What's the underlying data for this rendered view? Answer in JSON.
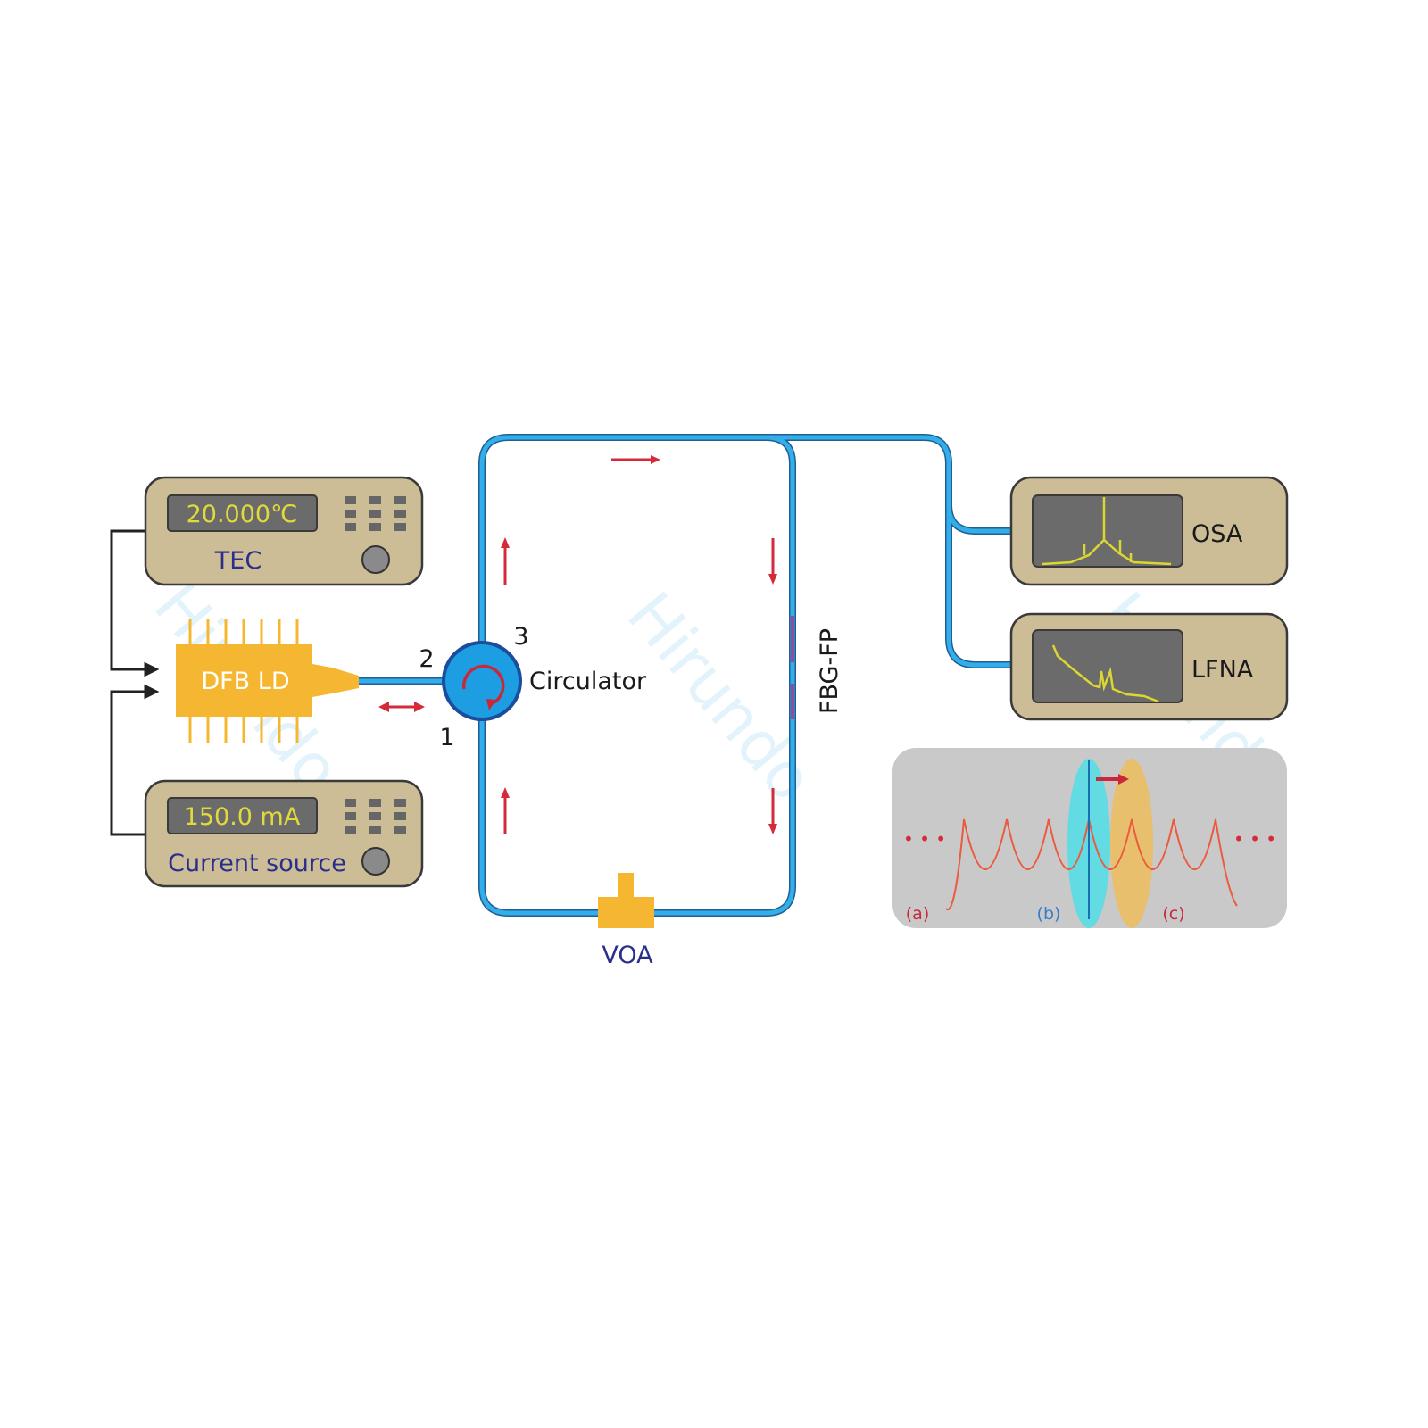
{
  "tec": {
    "display": "20.000℃",
    "label": "TEC"
  },
  "current_source": {
    "display": "150.0 mA",
    "label": "Current source"
  },
  "laser": {
    "label": "DFB LD"
  },
  "circulator": {
    "label": "Circulator",
    "ports": [
      "1",
      "2",
      "3"
    ]
  },
  "fbg": {
    "label": "FBG-FP"
  },
  "voa": {
    "label": "VOA"
  },
  "osa": {
    "label": "OSA"
  },
  "lfna": {
    "label": "LFNA"
  },
  "inset": {
    "labels": [
      "(a)",
      "(b)",
      "(c)"
    ],
    "ellipsis": "• • •"
  },
  "watermark": "Hirundo",
  "colors": {
    "fiber": "#33aee8",
    "instrument": "#cdbd97",
    "laser": "#f5b731",
    "arrow": "#d42a3a",
    "text_navy": "#2b2f8c"
  }
}
